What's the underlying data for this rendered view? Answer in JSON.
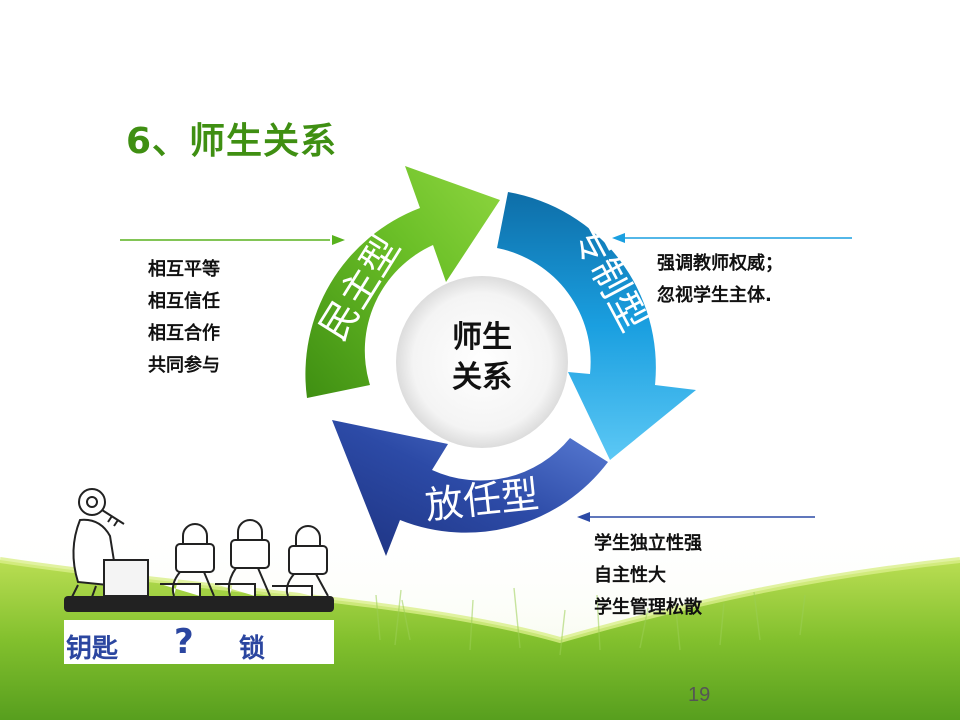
{
  "slide": {
    "title": "6、师生关系",
    "page_number": "19"
  },
  "cycle": {
    "center_label_line1": "师生",
    "center_label_line2": "关系",
    "segments": {
      "democratic": "民主型",
      "autocratic": "专制型",
      "laissez_faire": "放任型"
    }
  },
  "notes": {
    "democratic": [
      "相互平等",
      "相互信任",
      "相互合作",
      "共同参与"
    ],
    "autocratic": [
      "强调教师权威；",
      "忽视学生主体."
    ],
    "laissez_faire": [
      "学生独立性强",
      "自主性大",
      "学生管理松散"
    ]
  },
  "cartoon": {
    "caption_left": "钥匙",
    "caption_mid": "?",
    "caption_right": "锁"
  },
  "colors": {
    "title": "#3f8f12",
    "green": "#58b21e",
    "blue": "#1a9fe0",
    "navy": "#2c4aa6",
    "grass": "#7cc12a"
  }
}
